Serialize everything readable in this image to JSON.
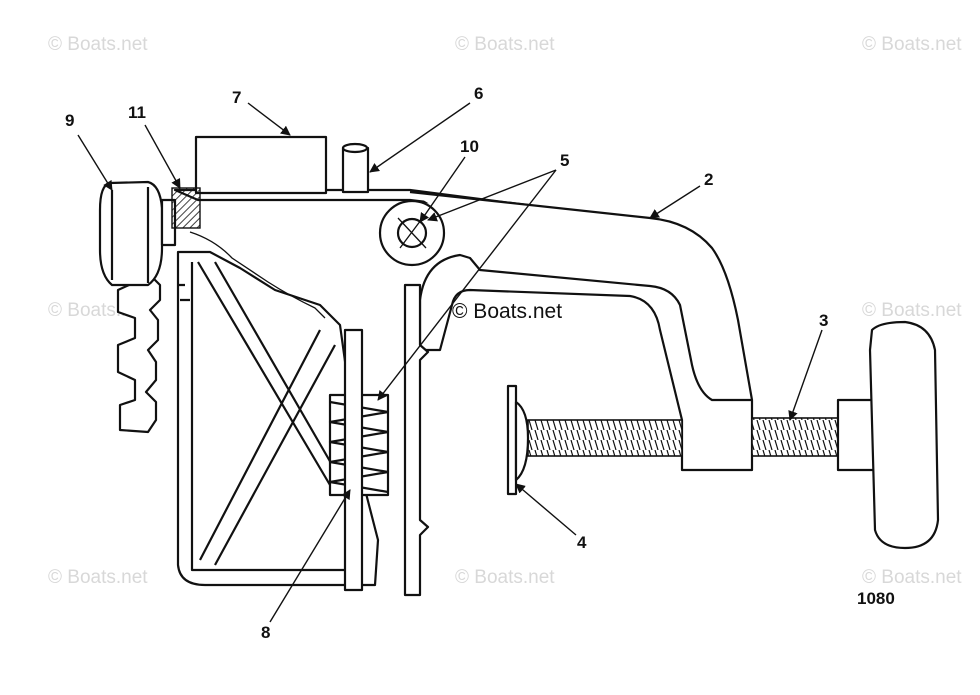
{
  "watermarks": {
    "faint": "© Boats.net",
    "center": "© Boats.net"
  },
  "callouts": [
    "9",
    "11",
    "7",
    "6",
    "10",
    "5",
    "2",
    "3",
    "4",
    "8"
  ],
  "reference_number": "1080"
}
